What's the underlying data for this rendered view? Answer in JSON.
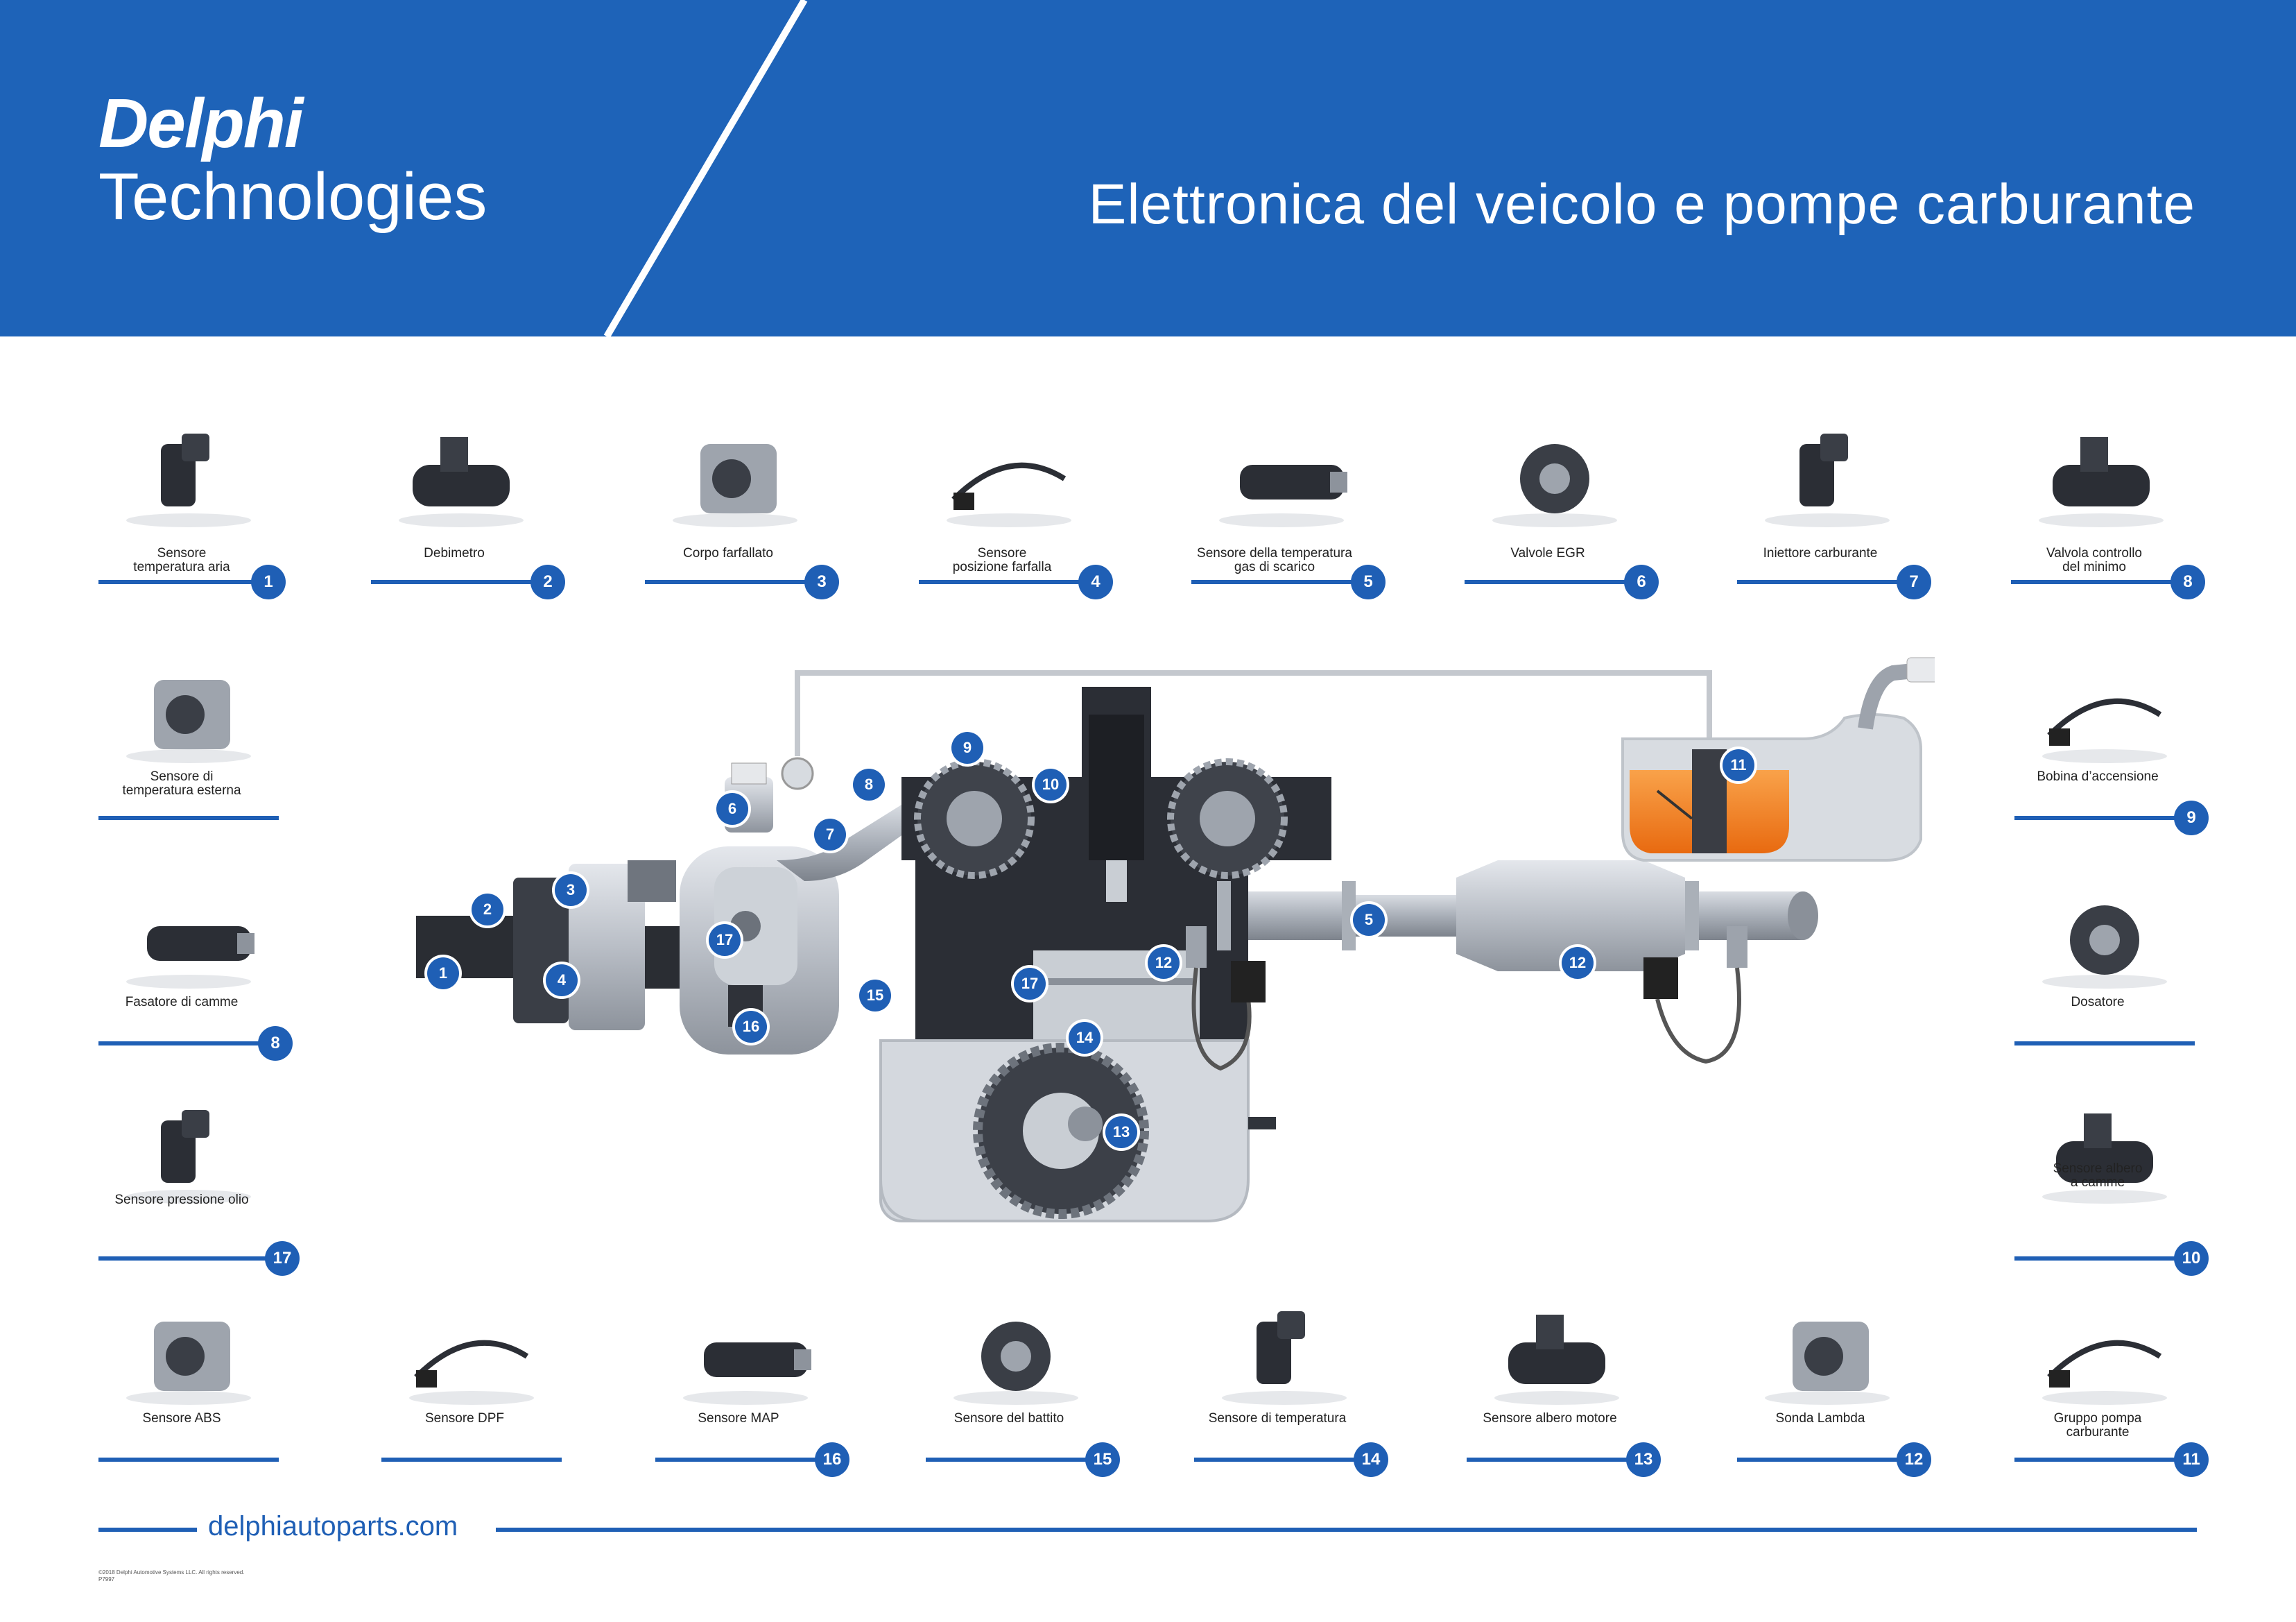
{
  "brand": {
    "line1": "Delphi",
    "line2": "Technologies"
  },
  "title": "Elettronica del veicolo e pompe carburante",
  "colors": {
    "brand_blue": "#1f5fb5",
    "header_blue": "#1e63b8"
  },
  "parts": [
    {
      "id": "p1",
      "label": "Sensore\ntemperatura aria",
      "number": "1",
      "icon": "air-temp-sensor-icon"
    },
    {
      "id": "p2",
      "label": "Debimetro",
      "number": "2",
      "icon": "mass-airflow-icon"
    },
    {
      "id": "p3",
      "label": "Corpo farfallato",
      "number": "3",
      "icon": "throttle-body-icon"
    },
    {
      "id": "p4",
      "label": "Sensore\nposizione farfalla",
      "number": "4",
      "icon": "throttle-position-icon"
    },
    {
      "id": "p5",
      "label": "Sensore della temperatura\ngas di scarico",
      "number": "5",
      "icon": "exhaust-temp-sensor-icon"
    },
    {
      "id": "p6",
      "label": "Valvole EGR",
      "number": "6",
      "icon": "egr-valve-icon"
    },
    {
      "id": "p7",
      "label": "Iniettore carburante",
      "number": "7",
      "icon": "fuel-injector-icon"
    },
    {
      "id": "p8",
      "label": "Valvola controllo\ndel minimo",
      "number": "8",
      "icon": "idle-valve-icon"
    },
    {
      "id": "p9",
      "label": "Sensore di\ntemperatura esterna",
      "number": "",
      "icon": "outside-temp-icon"
    },
    {
      "id": "p10",
      "label": "Bobina d’accensione",
      "number": "9",
      "icon": "ignition-coil-icon"
    },
    {
      "id": "p11",
      "label": "Fasatore di camme",
      "number": "8",
      "icon": "cam-phaser-icon"
    },
    {
      "id": "p12",
      "label": "Dosatore",
      "number": "",
      "icon": "fuel-metering-icon"
    },
    {
      "id": "p13",
      "label": "Sensore pressione olio",
      "number": "17",
      "icon": "oil-pressure-icon"
    },
    {
      "id": "p14",
      "label": "Sensore albero\na camme",
      "number": "10",
      "icon": "camshaft-sensor-icon"
    },
    {
      "id": "p15",
      "label": "Sensore ABS",
      "number": "",
      "icon": "abs-sensor-icon"
    },
    {
      "id": "p16",
      "label": "Sensore DPF",
      "number": "",
      "icon": "dpf-sensor-icon"
    },
    {
      "id": "p17",
      "label": "Sensore MAP",
      "number": "16",
      "icon": "map-sensor-icon"
    },
    {
      "id": "p18",
      "label": "Sensore del battito",
      "number": "15",
      "icon": "knock-sensor-icon"
    },
    {
      "id": "p19",
      "label": "Sensore di temperatura",
      "number": "14",
      "icon": "temp-sensor-icon"
    },
    {
      "id": "p20",
      "label": "Sensore albero motore",
      "number": "13",
      "icon": "crankshaft-sensor-icon"
    },
    {
      "id": "p21",
      "label": "Sonda Lambda",
      "number": "12",
      "icon": "lambda-probe-icon"
    },
    {
      "id": "p22",
      "label": "Gruppo pompa\ncarburante",
      "number": "11",
      "icon": "fuel-pump-icon"
    }
  ],
  "diagram_badges": [
    "1",
    "2",
    "3",
    "4",
    "6",
    "7",
    "8",
    "9",
    "10",
    "17",
    "15",
    "17",
    "16",
    "14",
    "13",
    "12",
    "5",
    "12",
    "11"
  ],
  "footer": {
    "url": "delphiautoparts.com",
    "copyright": "©2018 Delphi Automotive Systems LLC. All rights reserved.\nP7997"
  }
}
